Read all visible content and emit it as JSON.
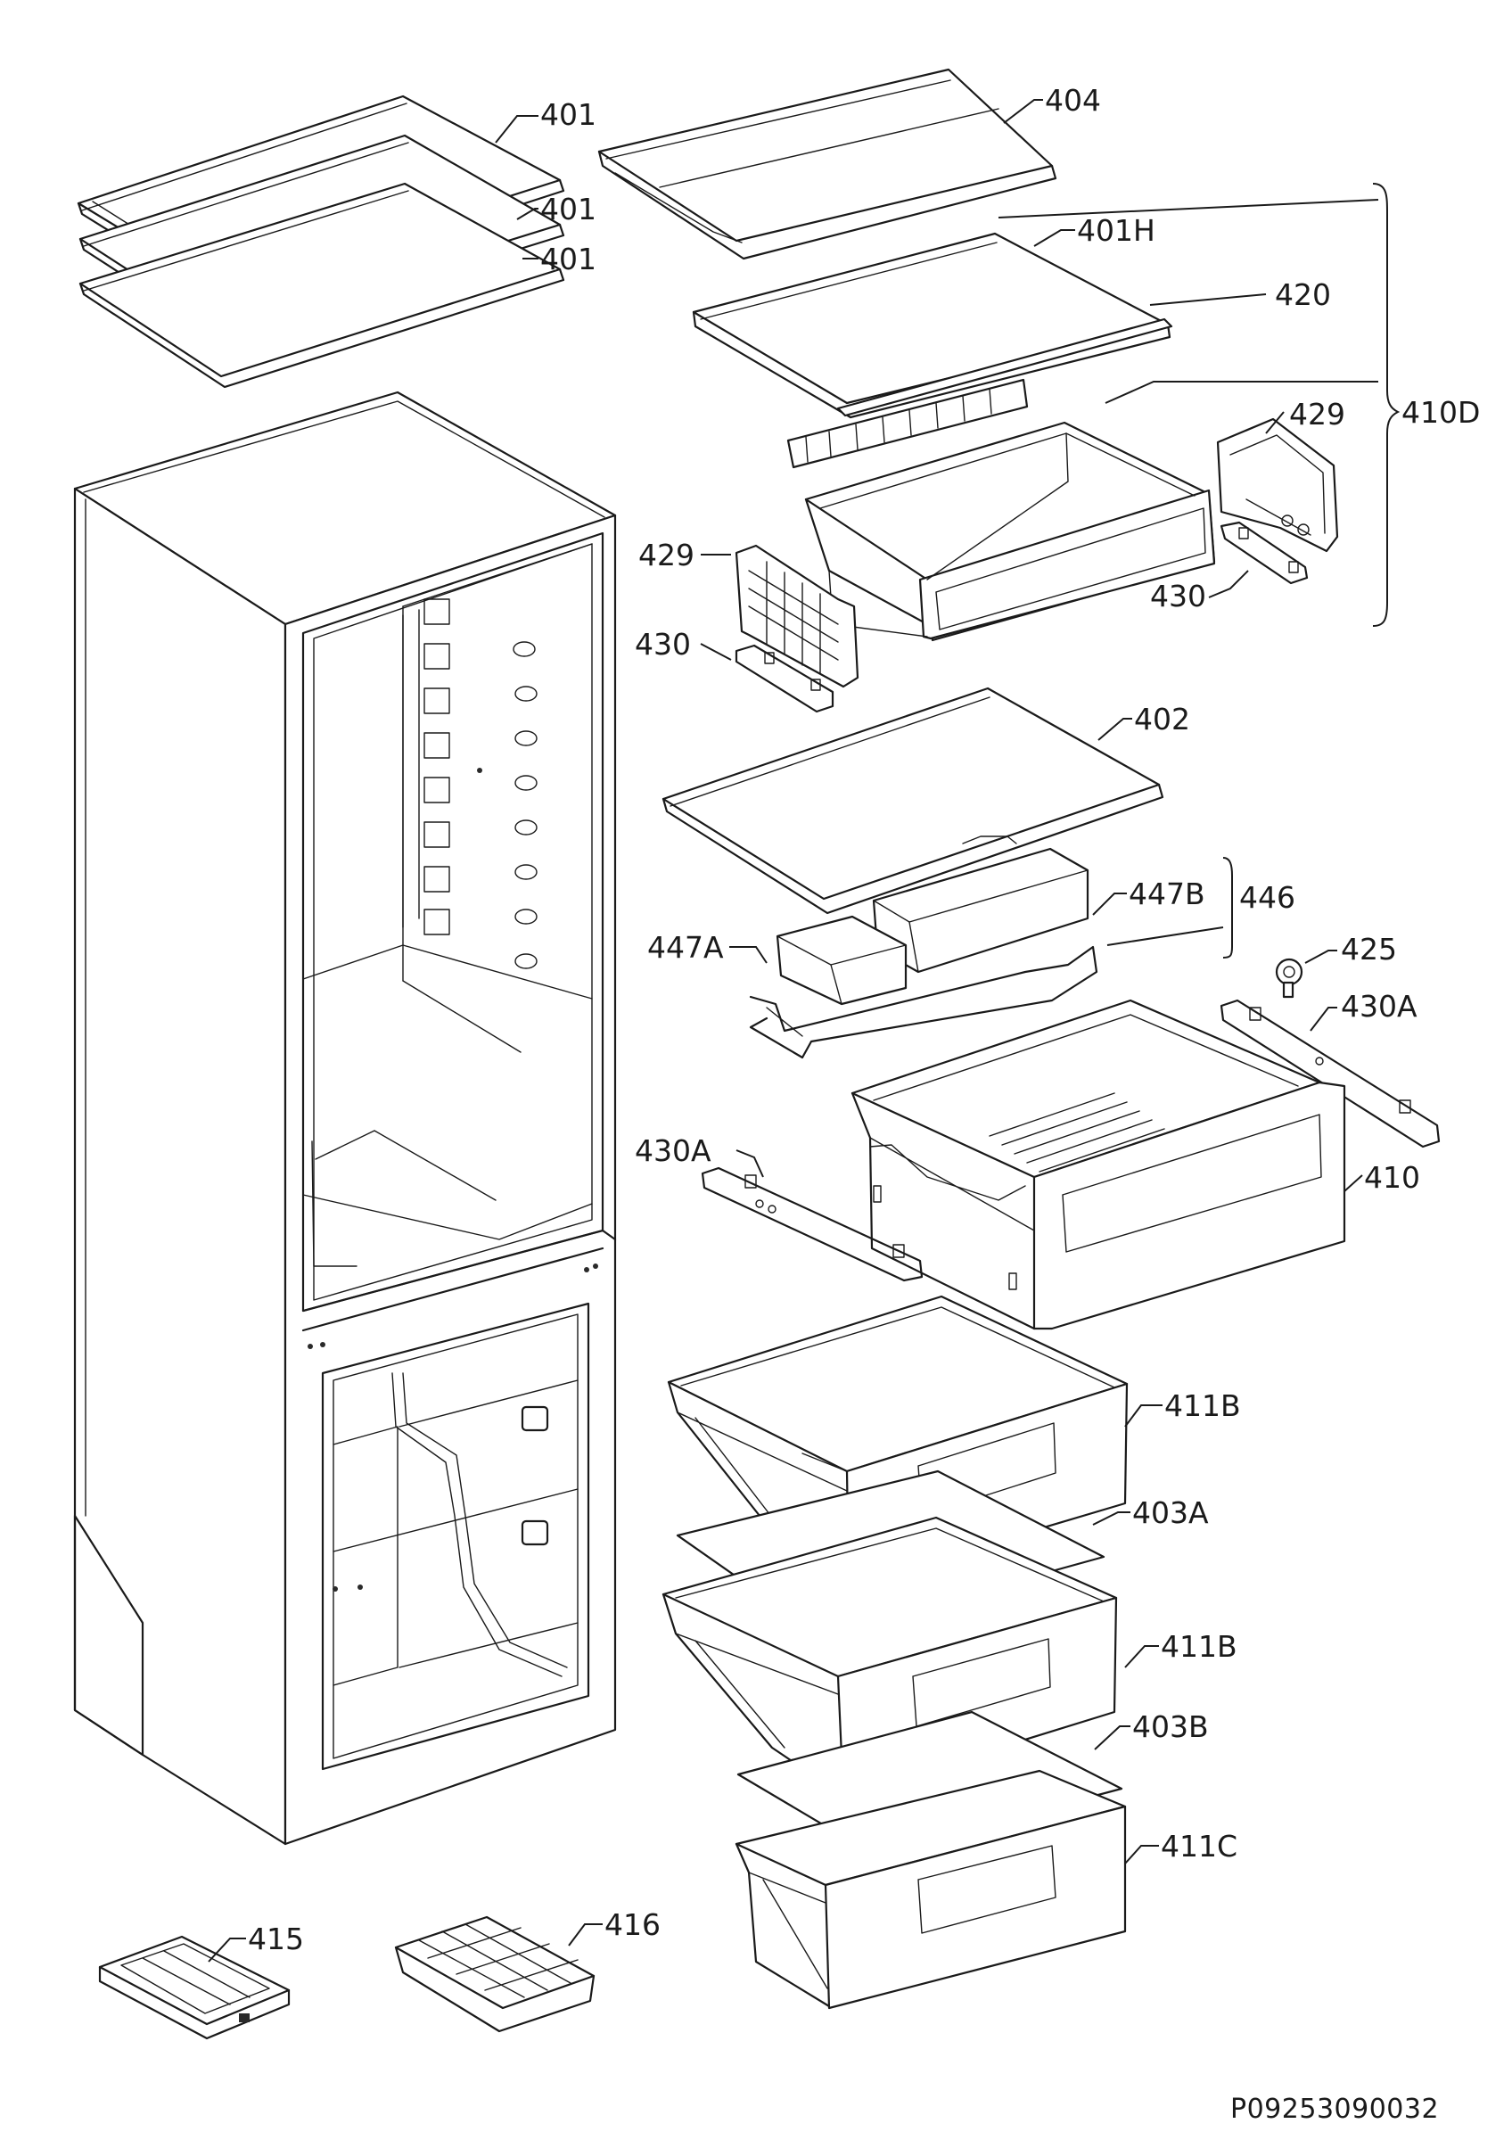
{
  "labels": {
    "l401a": "401",
    "l401b": "401",
    "l401c": "401",
    "l404": "404",
    "l401H": "401H",
    "l420": "420",
    "l429a": "429",
    "l410D": "410D",
    "l430a": "430",
    "l429b": "429",
    "l430b": "430",
    "l402": "402",
    "l447B": "447B",
    "l446": "446",
    "l447A": "447A",
    "l425": "425",
    "l430Aa": "430A",
    "l430Ab": "430A",
    "l410": "410",
    "l411Ba": "411B",
    "l403A": "403A",
    "l411Bb": "411B",
    "l403B": "403B",
    "l411C": "411C",
    "l415": "415",
    "l416": "416"
  },
  "footer": {
    "code": "P09253090032"
  }
}
